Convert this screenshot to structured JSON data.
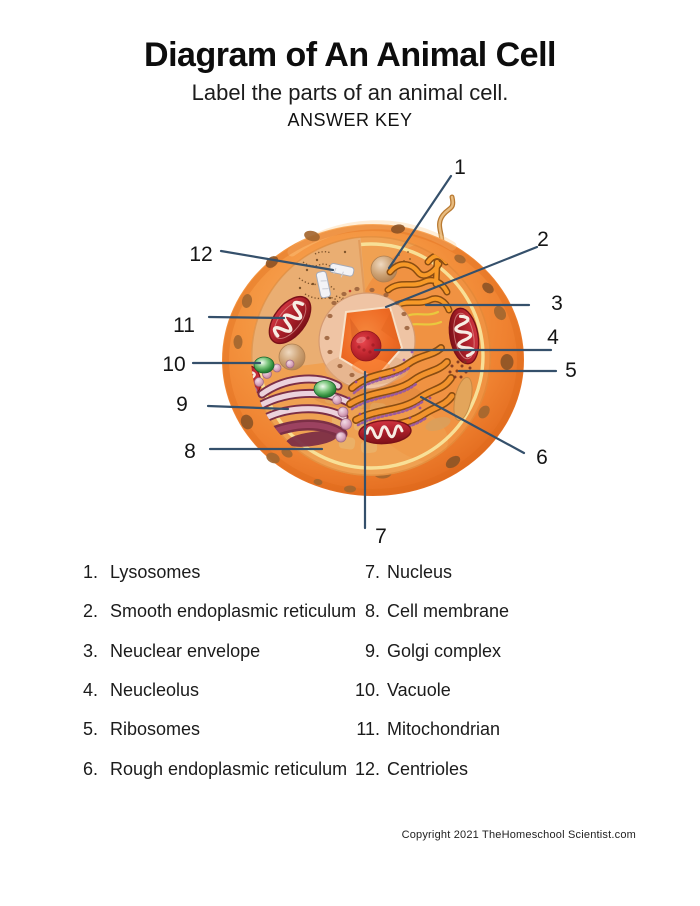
{
  "header": {
    "title": "Diagram of An Animal Cell",
    "subtitle": "Label the parts of an animal cell.",
    "answer_key_label": "ANSWER KEY"
  },
  "diagram": {
    "description": "cutaway illustration of an animal cell with numbered leader lines",
    "numbers": [
      "1",
      "2",
      "3",
      "4",
      "5",
      "6",
      "7",
      "8",
      "9",
      "10",
      "11",
      "12"
    ],
    "colors": {
      "leader_line": "#35506B",
      "cell_outer_orange": "#EF8130",
      "cell_rim_dark": "#D55F14",
      "cytoplasm_tan": "#EAAE72",
      "membrane_ring_yellow": "#F8E49B",
      "nuclear_envelope_pink": "#EFC4A4",
      "nucleus_orange": "#EE6A22",
      "nucleolus_red": "#B01E26",
      "mitochondria_red": "#A61E28",
      "golgi_maroon": "#7C2F46",
      "golgi_pink": "#ECD2DC",
      "vacuole_green": "#2E8B3A",
      "lysosome_tan": "#CDA274",
      "er_orange": "#F2932D",
      "ribosome_purple": "#8E44AD"
    }
  },
  "answers": {
    "left": [
      {
        "num": "1.",
        "label": "Lysosomes"
      },
      {
        "num": "2.",
        "label": "Smooth endoplasmic reticulum"
      },
      {
        "num": "3.",
        "label": "Neuclear envelope"
      },
      {
        "num": "4.",
        "label": "Neucleolus"
      },
      {
        "num": "5.",
        "label": "Ribosomes"
      },
      {
        "num": "6.",
        "label": "Rough endoplasmic reticulum"
      }
    ],
    "right": [
      {
        "num": "7.",
        "label": "Nucleus"
      },
      {
        "num": "8.",
        "label": "Cell membrane"
      },
      {
        "num": "9.",
        "label": "Golgi complex"
      },
      {
        "num": "10.",
        "label": "Vacuole"
      },
      {
        "num": "11.",
        "label": "Mitochondrian"
      },
      {
        "num": "12.",
        "label": "Centrioles"
      }
    ]
  },
  "footer": {
    "copyright": "Copyright 2021 TheHomeschool Scientist.com"
  }
}
